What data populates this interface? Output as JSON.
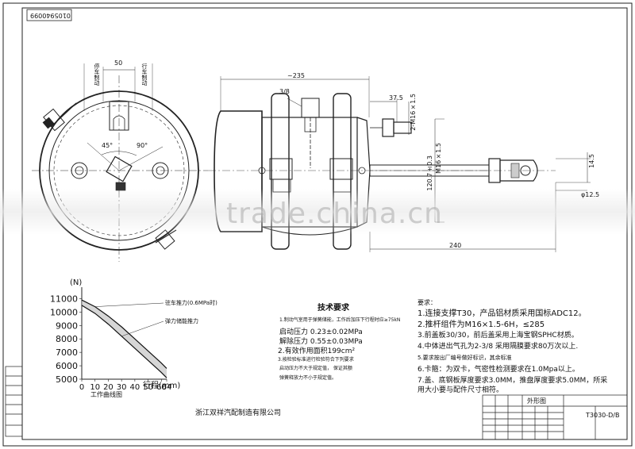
{
  "drawing_number": "0105940099",
  "left_view": {
    "dim_top": "50",
    "label_left": "停车制动",
    "label_right": "行车制动",
    "angle_a": "45°",
    "angle_b": "90°"
  },
  "side_view": {
    "dim_overall": "~235",
    "dim_port": "3/8",
    "dim_37": "37.5",
    "dim_thread1": "2-M16×1.5",
    "dim_rod_thread": "M16×1.5",
    "dim_bolt_circle": "120.7±0.3",
    "dim_240": "240",
    "dim_14": "14.5",
    "dim_pin": "φ12.5"
  },
  "watermark": "trade.china.cn",
  "chart_data": {
    "type": "line",
    "title": "工作曲线图",
    "ylabel": "(N)",
    "xlabel": "行程(mm)",
    "x_ticks": [
      "0",
      "10",
      "20",
      "30",
      "40",
      "50",
      "60",
      "64"
    ],
    "y_ticks": [
      "11000",
      "10000",
      "9000",
      "8000",
      "7000",
      "6000",
      "5000"
    ],
    "ylim": [
      5000,
      11500
    ],
    "xlim": [
      0,
      64
    ],
    "series": [
      {
        "name": "驻车推力(0.6MPa时)",
        "x": [
          0,
          10,
          20,
          30,
          40,
          50,
          60,
          64
        ],
        "y": [
          10900,
          10400,
          9700,
          8900,
          8000,
          7100,
          6200,
          5800
        ]
      },
      {
        "name": "弹力储能推力",
        "x": [
          0,
          10,
          20,
          30,
          40,
          50,
          60,
          64
        ],
        "y": [
          10500,
          9900,
          9100,
          8200,
          7300,
          6400,
          5500,
          5100
        ]
      }
    ],
    "legend": [
      "驻车推力(0.6MPa时)",
      "弹力储能推力"
    ]
  },
  "tech_requirements": {
    "heading": "技术要求",
    "items": [
      "1.制动气室用于弹簧储能，工作后加压下行程时应≥75kN",
      "  启动压力  0.23±0.02MPa",
      "  解除压力  0.55±0.03MPa",
      "2.有效作用面积199cm²",
      "3.按检验标准进行检验符合下列要求",
      "  启动压力不大于规定值，  保证其额",
      "  弹簧释放力不小于规定值。"
    ]
  },
  "requirements": {
    "heading": "要求：",
    "items": [
      "1.连接支撑T30，产品铝材质采用国标ADC12。",
      "2.推杆组件为M16×1.5-6H，≤285",
      "3.前盖板30/30，前后盖采用上海宝钢SPHC材质。",
      "4.中体进出气孔为2-3/8 采用隔膜要求80万次以上.",
      "5.要求按出厂编号做好标识，其余标准",
      "6.卡箍：为双卡，气密性检测要求在1.0Mpa以上。",
      "7.盖、底钢板厚度要求3.0MM，推盘厚度要求5.0MM，所采",
      "  用大小要与配件尺寸相符。"
    ]
  },
  "company": "浙江双祥汽配制造有限公司",
  "title_block": {
    "drawing_name": "外形图",
    "part_code": "T3030-D/B"
  }
}
